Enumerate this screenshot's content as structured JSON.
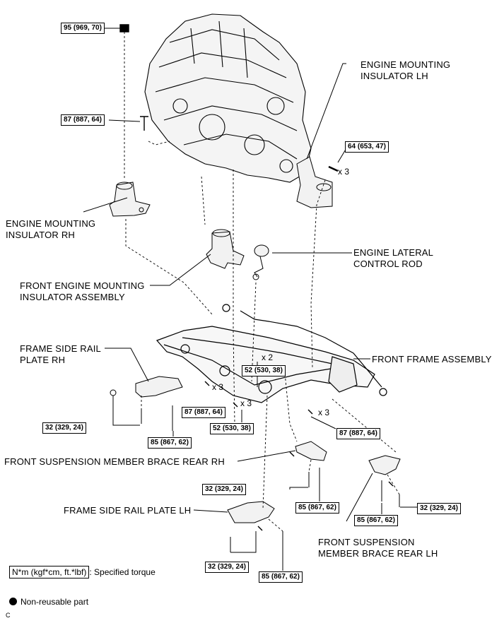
{
  "labels": {
    "engine_mounting_insulator_lh": "ENGINE MOUNTING\nINSULATOR LH",
    "engine_mounting_insulator_rh": "ENGINE MOUNTING\nINSULATOR RH",
    "engine_lateral_control_rod": "ENGINE LATERAL\nCONTROL ROD",
    "front_engine_mounting_insulator_assembly": "FRONT ENGINE MOUNTING\nINSULATOR ASSEMBLY",
    "frame_side_rail_plate_rh": "FRAME SIDE RAIL\nPLATE RH",
    "front_frame_assembly": "FRONT FRAME ASSEMBLY",
    "front_suspension_member_brace_rear_rh": "FRONT SUSPENSION MEMBER BRACE REAR RH",
    "frame_side_rail_plate_lh": "FRAME SIDE RAIL PLATE LH",
    "front_suspension_member_brace_rear_lh": "FRONT SUSPENSION\nMEMBER BRACE REAR LH"
  },
  "torques": {
    "t1": "95 (969, 70)",
    "t2": "87 (887, 64)",
    "t3": "64 (653, 47)",
    "t4": "52 (530, 38)",
    "t5": "87 (887, 64)",
    "t6": "52 (530, 38)",
    "t7": "32 (329, 24)",
    "t8": "85 (867, 62)",
    "t9": "87 (887, 64)",
    "t10": "32 (329, 24)",
    "t11": "85 (867, 62)",
    "t12": "85 (867, 62)",
    "t13": "32 (329, 24)",
    "t14": "32 (329, 24)",
    "t15": "85 (867, 62)"
  },
  "multipliers": {
    "m1": "x 3",
    "m2": "x 2",
    "m3": "x 3",
    "m4": "x 3",
    "m5": "x 3"
  },
  "legend": {
    "torque_unit": "N*m (kgf*cm, ft.*lbf)",
    "torque_desc": ": Specified torque",
    "nonreusable": "Non-reusable part"
  },
  "corner_code": "C"
}
